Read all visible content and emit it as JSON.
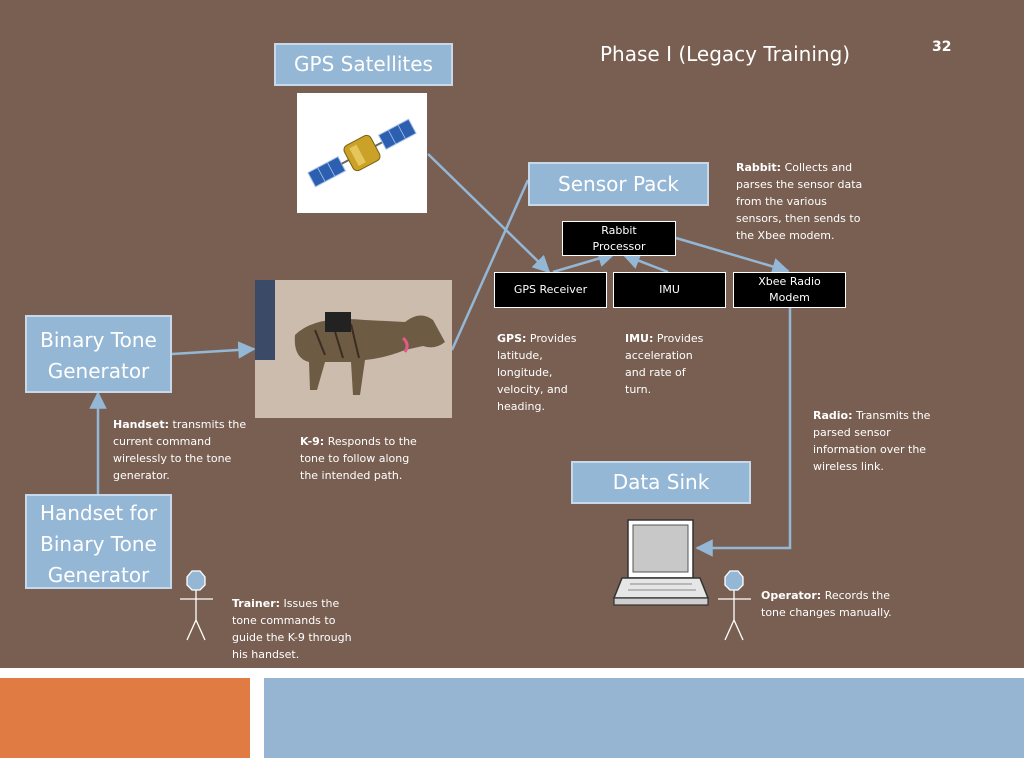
{
  "slide": {
    "title": "Phase I (Legacy Training)",
    "page_number": "32"
  },
  "boxes": {
    "gps_satellites": "GPS Satellites",
    "sensor_pack": "Sensor Pack",
    "binary_tone_generator": "Binary Tone Generator",
    "handset": "Handset for Binary Tone Generator",
    "data_sink": "Data Sink"
  },
  "components": {
    "rabbit_processor": "Rabbit Processor",
    "gps_receiver": "GPS Receiver",
    "imu": "IMU",
    "xbee_radio_modem": "Xbee Radio Modem"
  },
  "descriptions": {
    "rabbit": {
      "label": "Rabbit:",
      "text": "Collects and parses the sensor data from the various sensors, then sends to the Xbee modem."
    },
    "gps": {
      "label": "GPS:",
      "text": "Provides latitude, longitude, velocity, and heading."
    },
    "imu": {
      "label": "IMU:",
      "text": "Provides acceleration and rate of turn."
    },
    "radio": {
      "label": "Radio:",
      "text": "Transmits the parsed sensor information over the wireless link."
    },
    "handset": {
      "label": "Handset:",
      "text": "transmits the current command wirelessly to the tone generator."
    },
    "k9": {
      "label": "K-9:",
      "text": "Responds to the tone to follow along the intended path."
    },
    "trainer": {
      "label": "Trainer:",
      "text": "Issues the tone commands to guide the K-9 through his handset."
    },
    "operator": {
      "label": "Operator:",
      "text": "Records the tone changes manually."
    }
  },
  "colors": {
    "background": "#785f52",
    "box_fill": "#95b7d6",
    "arrow": "#95b7d6",
    "accent_orange": "#df7b43",
    "accent_blue": "#95b5d3"
  },
  "icons": [
    "satellite-image",
    "k9-dog-photo",
    "laptop-icon",
    "trainer-stick-figure-icon",
    "operator-stick-figure-icon"
  ]
}
